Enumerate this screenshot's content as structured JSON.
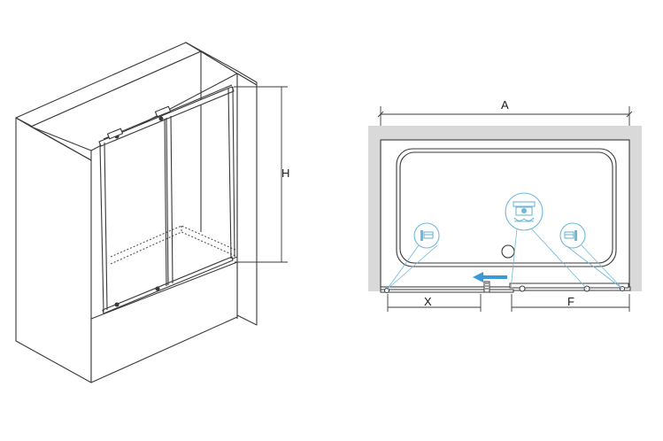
{
  "iso_view": {
    "height_label": "H"
  },
  "plan_view": {
    "width_label": "A",
    "left_opening_label": "X",
    "right_panel_label": "F"
  },
  "colors": {
    "line": "#3a3a3a",
    "wall_fill": "#d9d9d9",
    "accent": "#3a9ad9",
    "callout": "#6fb8d6"
  }
}
